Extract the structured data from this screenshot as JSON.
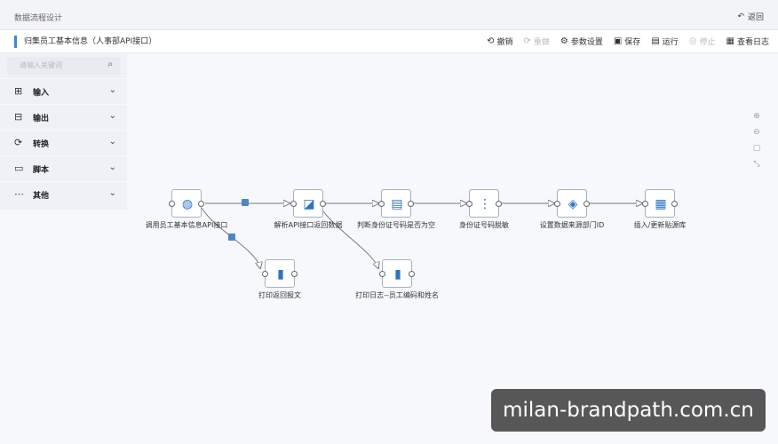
{
  "titlebar": {
    "title": "数据流程设计",
    "back_label": "返回"
  },
  "toolbar": {
    "flow_title": "归集员工基本信息（人事部API接口）",
    "actions": [
      {
        "label": "撤销",
        "icon": "undo-icon"
      },
      {
        "label": "重做",
        "icon": "redo-icon"
      },
      {
        "label": "参数设置",
        "icon": "settings-icon"
      },
      {
        "label": "保存",
        "icon": "save-icon"
      },
      {
        "label": "运行",
        "icon": "run-icon"
      },
      {
        "label": "停止",
        "icon": "stop-icon"
      },
      {
        "label": "查看日志",
        "icon": "log-icon"
      }
    ]
  },
  "sidebar": {
    "search_placeholder": "请输入关键词",
    "categories": [
      {
        "label": "输入",
        "icon": "input-icon"
      },
      {
        "label": "输出",
        "icon": "output-icon"
      },
      {
        "label": "转换",
        "icon": "transform-icon"
      },
      {
        "label": "脚本",
        "icon": "script-icon"
      },
      {
        "label": "其他",
        "icon": "more-icon"
      }
    ]
  },
  "canvas": {
    "zoom_controls": [
      "zoom-in-icon",
      "zoom-out-icon",
      "fit-icon",
      "fullscreen-icon"
    ],
    "nodes": [
      {
        "id": "n1",
        "label": "调用员工基本信息API接口",
        "icon": "api-globe-icon"
      },
      {
        "id": "n2",
        "label": "解析API接口返回数据",
        "icon": "parse-icon"
      },
      {
        "id": "n3",
        "label": "判断身份证号码是否为空",
        "icon": "condition-icon"
      },
      {
        "id": "n4",
        "label": "身份证号码脱敏",
        "icon": "mask-icon"
      },
      {
        "id": "n5",
        "label": "设置数据来源部门ID",
        "icon": "set-value-icon"
      },
      {
        "id": "n6",
        "label": "插入/更新贴源库",
        "icon": "database-insert-icon"
      },
      {
        "id": "n7",
        "label": "打印返回报文",
        "icon": "print-icon"
      },
      {
        "id": "n8",
        "label": "打印日志--员工编码和姓名",
        "icon": "print-icon"
      }
    ]
  },
  "watermark": {
    "text": "milan-brandpath.com.cn"
  }
}
